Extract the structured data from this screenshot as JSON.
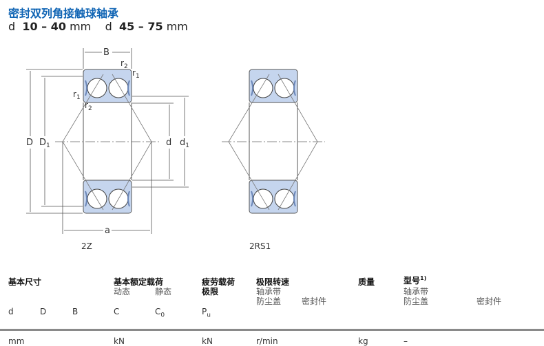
{
  "header": {
    "title": "密封双列角接触球轴承",
    "range1": {
      "sym": "d",
      "value": "10 – 40",
      "unit": "mm"
    },
    "range2": {
      "sym": "d",
      "value": "45 – 75",
      "unit": "mm"
    }
  },
  "drawing": {
    "labels": {
      "B": "B",
      "D": "D",
      "D1": "D",
      "d": "d",
      "d1": "d",
      "a": "a",
      "r": "r",
      "sub1": "1",
      "sub2": "2"
    },
    "variant1": "2Z",
    "variant2": "2RS1",
    "colors": {
      "ring": "#c5d5ee",
      "line": "#555555"
    }
  },
  "table": {
    "groups": [
      {
        "title": "基本尺寸"
      },
      {
        "title": "基本额定载荷",
        "sub": [
          "动态",
          "静态"
        ]
      },
      {
        "title": "疲劳载荷",
        "title2": "极限"
      },
      {
        "title": "极限转速",
        "sub1": "轴承带",
        "sub2": [
          "防尘盖",
          "密封件"
        ]
      },
      {
        "title": "质量"
      },
      {
        "title": "型号",
        "sup": "1)",
        "sub1": "轴承带",
        "sub2": [
          "防尘盖",
          "密封件"
        ]
      }
    ],
    "symbols": [
      "d",
      "D",
      "B",
      "C",
      "C",
      "P"
    ],
    "symbol_subs": {
      "C0": "0",
      "Pu": "u"
    },
    "units": [
      "mm",
      "kN",
      "kN",
      "r/min",
      "kg",
      "–"
    ]
  }
}
